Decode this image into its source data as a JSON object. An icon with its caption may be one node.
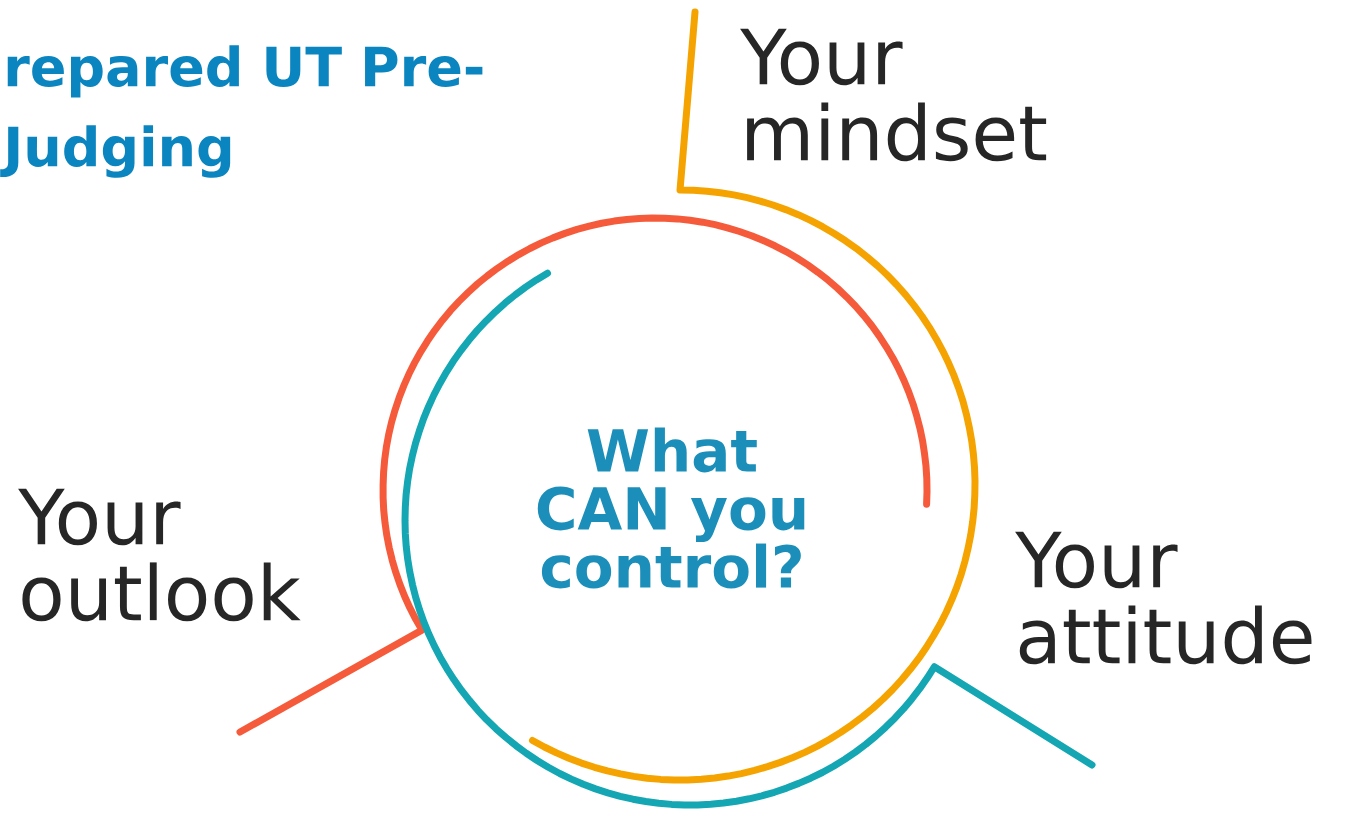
{
  "diagram": {
    "title": "repared UT Pre-Judging",
    "nodes": [
      {
        "text": [
          "Your mindset"
        ]
      },
      {
        "text": [
          "What CAN you control?"
        ]
      },
      {
        "text": [
          "Your outlook"
        ]
      },
      {
        "text": [
          "Your attitude"
        ]
      }
    ]
  }
}
